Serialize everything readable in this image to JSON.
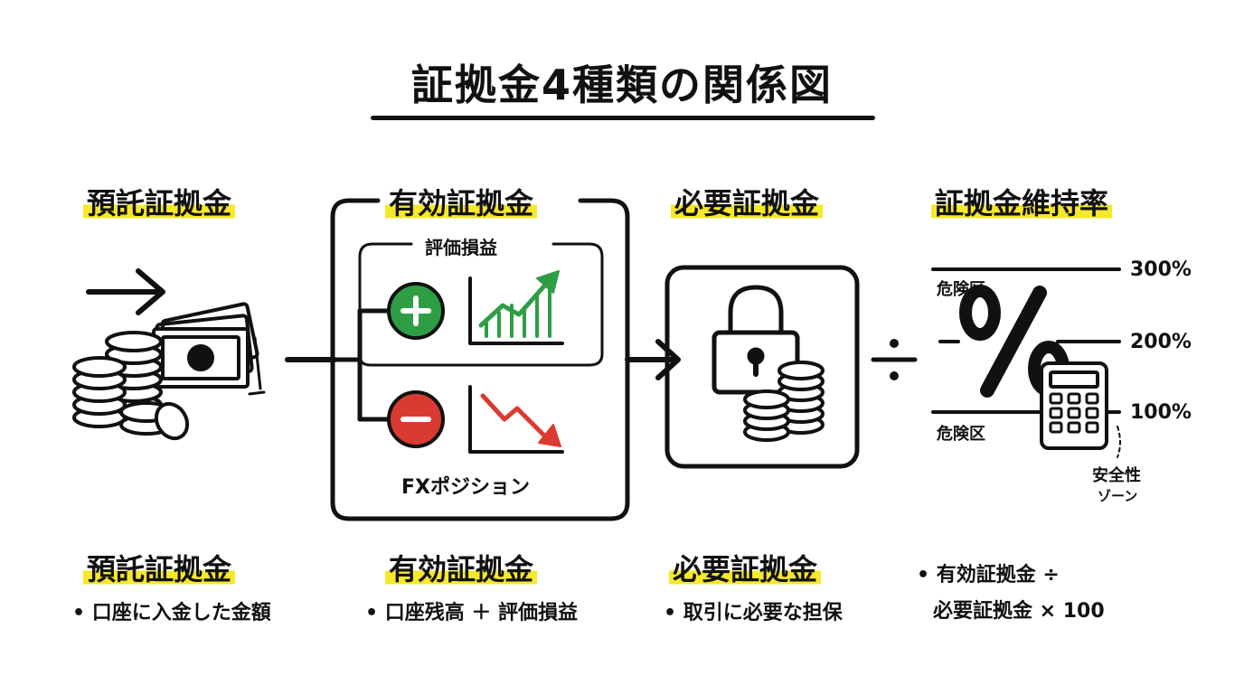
{
  "title": "証拠金4種類の関係図",
  "columns": [
    {
      "heading": "預託証拠金",
      "footer_heading": "預託証拠金",
      "bullet": "口座に入金した金額"
    },
    {
      "heading": "有効証拠金",
      "footer_heading": "有効証拠金",
      "bullet": "口座残高 ＋ 評価損益"
    },
    {
      "heading": "必要証拠金",
      "footer_heading": "必要証拠金",
      "bullet": "取引に必要な担保"
    },
    {
      "heading": "証拠金維持率",
      "bullet_line1": "有効証拠金 ÷",
      "bullet_line2": "必要証拠金 × 100"
    }
  ],
  "effective_box": {
    "pnl_label": "評価損益",
    "position_label": "FXポジション"
  },
  "ratio": {
    "levels": [
      "300%",
      "200%",
      "100%"
    ],
    "danger_upper": "危険区",
    "danger_lower": "危険区",
    "safe_line1": "安全性",
    "safe_line2": "ゾーン"
  },
  "bullet_char": "•",
  "colors": {
    "highlight": "#f6e82a",
    "gain": "#2e9e44",
    "loss": "#d93b30",
    "ink": "#111111"
  },
  "icons": [
    "arrow-right-icon",
    "cash-coins-icon",
    "plus-icon",
    "uptrend-chart-icon",
    "minus-icon",
    "downtrend-chart-icon",
    "padlock-coins-icon",
    "divide-icon",
    "percent-icon",
    "calculator-icon"
  ]
}
